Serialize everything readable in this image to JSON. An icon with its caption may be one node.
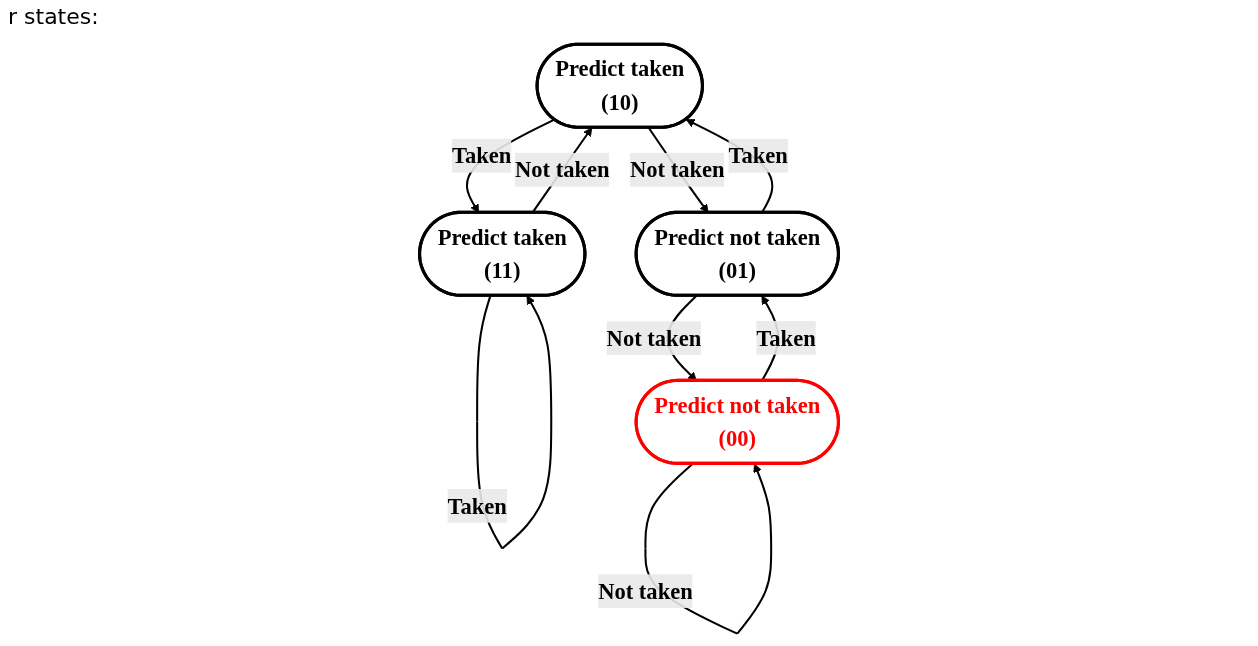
{
  "diagram": {
    "nodes": [
      {
        "text": [
          "Predict taken",
          "(10)"
        ]
      },
      {
        "text": [
          "Predict taken",
          "(11)"
        ]
      },
      {
        "text": [
          "Predict not taken",
          "(01)"
        ]
      },
      {
        "text": [
          "Predict not taken",
          "(00)"
        ]
      }
    ],
    "edges": [
      {
        "from": 0,
        "to": 1,
        "arrow": "to",
        "label": "Taken"
      },
      {
        "from": 1,
        "to": 0,
        "arrow": "to",
        "label": "Not taken"
      },
      {
        "from": 1,
        "to": 1,
        "arrow": "to",
        "label": "Taken"
      },
      {
        "from": 2,
        "to": 0,
        "arrow": "to",
        "label": "Taken"
      },
      {
        "from": 0,
        "to": 2,
        "arrow": "to",
        "label": "Not taken"
      },
      {
        "from": 2,
        "to": 3,
        "arrow": "to",
        "label": "Not taken"
      },
      {
        "from": 3,
        "to": 2,
        "arrow": "to",
        "label": "Taken"
      },
      {
        "from": 3,
        "to": 3,
        "arrow": "to",
        "label": "Not taken"
      }
    ],
    "labels": [
      "r states:"
    ]
  }
}
